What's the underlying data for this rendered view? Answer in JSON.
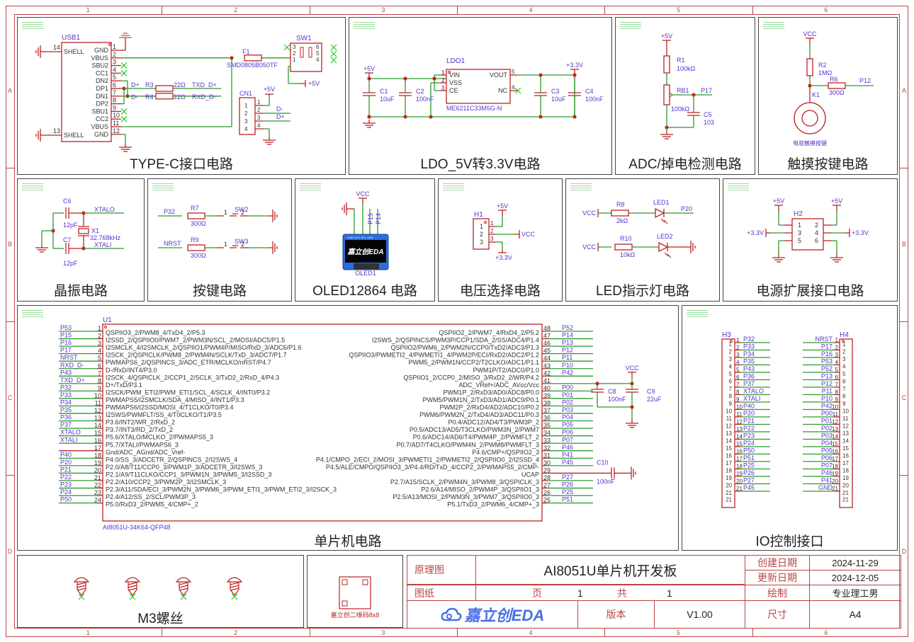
{
  "sheet": {
    "zone_columns": [
      "1",
      "2",
      "3",
      "4",
      "5",
      "6"
    ],
    "zone_rows": [
      "A",
      "B",
      "C",
      "D"
    ],
    "colors": {
      "wire": "#2a9a2a",
      "part": "#b22",
      "label": "#5533cc",
      "frame": "#b44",
      "text": "#222",
      "noconnect": "#2c2"
    }
  },
  "panels": {
    "typec": {
      "title": "TYPE-C接口电路",
      "usb_ref": "USB1",
      "usb_left_pins": [
        {
          "num": "14",
          "name": "SHELL"
        },
        {
          "num": "13",
          "name": "SHELL"
        }
      ],
      "usb_right_pins": [
        {
          "num": "1",
          "name": "GND"
        },
        {
          "num": "2",
          "name": "VBUS"
        },
        {
          "num": "3",
          "name": "SBU2"
        },
        {
          "num": "4",
          "name": "CC1"
        },
        {
          "num": "5",
          "name": "DN2"
        },
        {
          "num": "6",
          "name": "DP1"
        },
        {
          "num": "7",
          "name": "DN1"
        },
        {
          "num": "8",
          "name": "DP2"
        },
        {
          "num": "9",
          "name": "SBU1"
        },
        {
          "num": "10",
          "name": "CC2"
        },
        {
          "num": "11",
          "name": "VBUS"
        },
        {
          "num": "12",
          "name": "GND"
        }
      ],
      "fuse_ref": "F1",
      "fuse_value": "SMD0805B050TF",
      "r3": "R3",
      "r4": "R4",
      "r_value": "22Ω",
      "dplus": "D+",
      "dminus": "D-",
      "txd": "TXD_D+",
      "rxd": "RXD_D-",
      "sw_ref": "SW1",
      "sw_pins": [
        "3",
        "2",
        "1",
        "6",
        "5",
        "4"
      ],
      "sw_net": "+5V",
      "cn_ref": "CN1",
      "cn_net": "+5V",
      "cn_pins": [
        "1",
        "2",
        "3",
        "4"
      ],
      "cn_nets": [
        "D-",
        "D+"
      ]
    },
    "ldo": {
      "title": "LDO_5V转3.3V电路",
      "ic_ref": "LDO1",
      "ic_part": "ME6211C33M5G-N",
      "pins_left": [
        {
          "num": "1",
          "name": "VIN"
        },
        {
          "num": "2",
          "name": "VSS"
        },
        {
          "num": "3",
          "name": "CE"
        }
      ],
      "pins_right": [
        {
          "num": "5",
          "name": "VOUT"
        },
        {
          "num": "4",
          "name": "NC"
        }
      ],
      "vin_net": "+5V",
      "vout_net": "+3.3V",
      "caps": [
        {
          "ref": "C1",
          "val": "10uF"
        },
        {
          "ref": "C2",
          "val": "100nF"
        },
        {
          "ref": "C3",
          "val": "10uF"
        },
        {
          "ref": "C4",
          "val": "100nF"
        }
      ]
    },
    "adc": {
      "title": "ADC/掉电检测电路",
      "net_top": "+5V",
      "r1": "R1",
      "r1_val": "100kΩ",
      "rb1": "RB1",
      "rb1_val": "100kΩ",
      "c5": "C5",
      "c5_val": "103",
      "net_out": "P17"
    },
    "touch": {
      "title": "触摸按键电路",
      "net_top": "VCC",
      "r2": "R2",
      "r2_val": "1MΩ",
      "r6": "R6",
      "r6_val": "300Ω",
      "net_out": "P12",
      "k1": "K1",
      "pad_label": "电容触摸按键"
    },
    "crystal": {
      "title": "晶振电路",
      "c6": "C6",
      "c6_val": "12pF",
      "c7": "C7",
      "c7_val": "12pF",
      "x1": "X1",
      "x1_val": "32.768kHz",
      "net_o": "XTALO",
      "net_i": "XTALI"
    },
    "keys": {
      "title": "按键电路",
      "rows": [
        {
          "net": "P32",
          "r": "R7",
          "rval": "300Ω",
          "sw": "SW2",
          "p1": "1",
          "p2": "2"
        },
        {
          "net": "NRST",
          "r": "R9",
          "rval": "300Ω",
          "sw": "SW3",
          "p1": "1",
          "p2": "2"
        }
      ]
    },
    "oled": {
      "title": "OLED12864 电路",
      "net_vcc": "VCC",
      "nets": [
        "P15",
        "P14"
      ],
      "pin_labels": "GND VCC SCL SDA",
      "brand": "嘉立创EDA",
      "ref": "OLED1"
    },
    "vsel": {
      "title": "电压选择电路",
      "ref": "H1",
      "pins": [
        "1",
        "2",
        "3"
      ],
      "net1": "+5V",
      "net2": "VCC",
      "net3": "+3.3V"
    },
    "led": {
      "title": "LED指示灯电路",
      "rows": [
        {
          "net": "VCC",
          "r": "R8",
          "rval": "2kΩ",
          "led": "LED1",
          "out": "P20"
        },
        {
          "net": "VCC",
          "r": "R10",
          "rval": "10kΩ",
          "led": "LED2",
          "out": ""
        }
      ]
    },
    "power_ext": {
      "title": "电源扩展接口电路",
      "ref": "H2",
      "pins": [
        "1",
        "2",
        "3",
        "4",
        "5",
        "6"
      ],
      "net_5v": "+5V",
      "net_33v": "+3.3V"
    },
    "mcu": {
      "title": "单片机电路",
      "ref": "U1",
      "part": "AI8051U-34K64-QFP48",
      "left_pins": [
        {
          "num": "1",
          "net": "P53",
          "name": "QSPIIO3_2/PWM8_4/TxD4_2/P5.3"
        },
        {
          "num": "2",
          "net": "P15",
          "name": "I2SSD_2/QSPIIO0/PWM7_2/PWM3N/SCL_2/MOSI/ADC5/P1.5"
        },
        {
          "num": "3",
          "net": "P16",
          "name": "I2SMCLK_4/I2SMCLK_2/QSPIIO1/PWM4P/MISO/RxD_3/ADC6/P1.6"
        },
        {
          "num": "4",
          "net": "P17",
          "name": "I2SCK_2/QSPICLK/PWM8_2/PWM4N/SCLK/TxD_3/ADC7/P1.7"
        },
        {
          "num": "5",
          "net": "NRST",
          "name": "PWMAPS6_2/QSPINCS_3/ADC_ETR/MCLKO/nRST/P4.7"
        },
        {
          "num": "6",
          "net": "RXD_D-",
          "name": "D-/RxD/INT4/P3.0"
        },
        {
          "num": "7",
          "net": "P43",
          "name": "I2SCK_4/QSPICLK_2/CCP1_2/SCLK_3/TxD2_2/RxD_4/P4.3"
        },
        {
          "num": "8",
          "net": "TXD_D+",
          "name": "D+/TxD/P3.1"
        },
        {
          "num": "9",
          "net": "P32",
          "name": "I2SCK/PWM_ETI2/PWM_ETI1/SCL_4/SCLK_4/INT0/P3.2"
        },
        {
          "num": "10",
          "net": "P33",
          "name": "PWMAPS5/I2SMCLK/SDA_4/MISO_4/INT1/P3.3"
        },
        {
          "num": "11",
          "net": "P34",
          "name": "PWMAPS6/I2SSD/MOSI_4/T1CLKO/T0/P3.4"
        },
        {
          "num": "12",
          "net": "P35",
          "name": "I2SWS/PWMFLT/SS_4/T0CLKO/T1/P3.5"
        },
        {
          "num": "13",
          "net": "P36",
          "name": "P3.6/INT2/WR_2/RxD_2"
        },
        {
          "num": "14",
          "net": "P37",
          "name": "P3.7/INT3/RD_2/TxD_2"
        },
        {
          "num": "15",
          "net": "XTALO",
          "name": "P5.6/XTALO/MCLKO_2/PWMAPS5_3"
        },
        {
          "num": "16",
          "net": "XTALI",
          "name": "P5.7/XTALI/PWMAPS6_3"
        },
        {
          "num": "17",
          "net": "",
          "name": "Gnd/ADC_AGnd/ADC_Vref-"
        },
        {
          "num": "18",
          "net": "P40",
          "name": "P4.0/SS_3/ADCETR_2/QSPINCS_2/I2SWS_4"
        },
        {
          "num": "19",
          "net": "P20",
          "name": "P2.0/A8/T11/CCP0_3/PWM1P_3/ADCETR_3/I2SWS_3"
        },
        {
          "num": "20",
          "net": "P21",
          "name": "P2.1/A9/T11CLKO/CCP1_3/PWM1N_3/PWM5_3/I2SSD_3"
        },
        {
          "num": "21",
          "net": "P22",
          "name": "P2.2/A10/CCP2_3/PWM2P_3/I2SMCLK_3"
        },
        {
          "num": "22",
          "net": "P23",
          "name": "P2.3/A11/SDA/ECI_3/PWM2N_3/PWM6_3/PWM_ETI1_3/PWM_ETI2_3/I2SCK_3"
        },
        {
          "num": "23",
          "net": "P24",
          "name": "P2.4/A12/SS_2/SCL/PWM3P_3"
        },
        {
          "num": "24",
          "net": "P50",
          "name": "P5.0/RxD3_2/PWM5_4/CMP+_2"
        }
      ],
      "right_pins": [
        {
          "num": "48",
          "net": "P52",
          "name": "QSPIIO2_2/PWM7_4/RxD4_2/P5.2"
        },
        {
          "num": "47",
          "net": "P14",
          "name": "I2SWS_2/QSPINCS/PWM3P/CCP1/SDA_2/SS/ADC4/P1.4"
        },
        {
          "num": "46",
          "net": "P13",
          "name": "QSPIIO2/PWM6_2/PWM2N/CCP0/TxD2/ADC3/P1.3"
        },
        {
          "num": "45",
          "net": "P12",
          "name": "QSPIIO3/PWMETI2_4/PWMETI1_4/PWM2P/ECI/RxD2/ADC2/P1.2"
        },
        {
          "num": "44",
          "net": "P11",
          "name": "PWM5_2/PWM1N/CCP2/T2CLKO/ADC1/P1.1"
        },
        {
          "num": "43",
          "net": "P10",
          "name": "PWM1P/T2/ADC0/P1.0"
        },
        {
          "num": "42",
          "net": "P42",
          "name": "QSPIIO1_2/CCP0_2/MISO_3/RxD2_2/WR/P4.2"
        },
        {
          "num": "41",
          "net": "",
          "name": "ADC_VRef+/ADC_AVcc/Vcc"
        },
        {
          "num": "40",
          "net": "P00",
          "name": "PWM1P_2/RxD3/AD0/ADC8/P0.0"
        },
        {
          "num": "39",
          "net": "P01",
          "name": "PWM5/PWM1N_2/TxD3/AD1/ADC9/P0.1"
        },
        {
          "num": "38",
          "net": "P02",
          "name": "PWM2P_2/RxD4/AD2/ADC10/P0.2"
        },
        {
          "num": "37",
          "net": "P03",
          "name": "PWM6/PWM2N_2/TxD4/AD3/ADC11/P0.3"
        },
        {
          "num": "36",
          "net": "P04",
          "name": "P0.4/ADC12/AD4/T3/PWM3P_2"
        },
        {
          "num": "35",
          "net": "P05",
          "name": "P0.5/ADC13/AD5/T3CLKO/PWM3N_2/PWM7"
        },
        {
          "num": "34",
          "net": "P06",
          "name": "P0.6/ADC14/AD6/T4/PWM4P_2/PWMFLT_2"
        },
        {
          "num": "33",
          "net": "P07",
          "name": "P0.7/AD7/T4CLKO/PWM4N_2/PWM8/PWMFLT_3"
        },
        {
          "num": "32",
          "net": "P46",
          "name": "P4.6/CMP+/QSPIIO2_3"
        },
        {
          "num": "31",
          "net": "P41",
          "name": "P4.1/CMPO_2/ECI_2/MOSI_3/PWMETI1_2/PWMETI2_2/QSPIIO0_2/I2SSD_4"
        },
        {
          "num": "30",
          "net": "P45",
          "name": "P4.5/ALE/CMPO/QSPIIO3_3/P4.4/RD/TxD_4/CCP2_2/PWMAPS5_2/CMP-"
        },
        {
          "num": "29",
          "net": "",
          "name": "UCAP"
        },
        {
          "num": "28",
          "net": "P27",
          "name": "P2.7/A15/SCLK_2/PWM4N_3/PWM8_3/QSPICLK_3"
        },
        {
          "num": "27",
          "net": "P26",
          "name": "P2.6/A14/MISO_2/PWM4P_3/QSPIIO1_3"
        },
        {
          "num": "26",
          "net": "P25",
          "name": "P2.5/A13/MOSI_2/PWM3N_3/PWM7_3/QSPIIO0_3"
        },
        {
          "num": "25",
          "net": "P51",
          "name": "P5.1/TxD3_2/PWM6_4/CMP+_3"
        }
      ],
      "vcc_net": "VCC",
      "c8": "C8",
      "c8_val": "100nF",
      "c9": "C9",
      "c9_val": "22uF",
      "c10": "C10",
      "c10_val": "100nF"
    },
    "io": {
      "title": "IO控制接口",
      "h3_ref": "H3",
      "h4_ref": "H4",
      "h3_nets": [
        "P32",
        "P33",
        "P34",
        "P35",
        "P43",
        "P36",
        "P37",
        "XTALO",
        "XTALI",
        "P40",
        "P20",
        "P21",
        "P22",
        "P23",
        "P24",
        "P50",
        "P51",
        "P25",
        "P26",
        "P27",
        "P45"
      ],
      "h4_nets": [
        "NRST",
        "P17",
        "P16",
        "P53",
        "P52",
        "P13",
        "P12",
        "P11",
        "P10",
        "P42",
        "P00",
        "P01",
        "P02",
        "P03",
        "P04",
        "P05",
        "P06",
        "P07",
        "P46",
        "P41",
        "GND"
      ]
    },
    "screws": {
      "title": "M3螺丝",
      "count": 4
    },
    "qrcode": {
      "label": "嘉立创二维码8x8"
    }
  },
  "title_block": {
    "type_label": "原理图",
    "project_name": "AI8051U单片机开发板",
    "created_label": "创建日期",
    "created_date": "2024-11-29",
    "updated_label": "更新日期",
    "updated_date": "2024-12-05",
    "sheet_label": "图纸",
    "page_label": "页",
    "page_num": "1",
    "total_label": "共",
    "total_num": "1",
    "drawn_label": "绘制",
    "drawn_by": "专业理工男",
    "logo_text": "嘉立创EDA",
    "version_label": "版本",
    "version": "V1.00",
    "size_label": "尺寸",
    "size": "A4"
  }
}
